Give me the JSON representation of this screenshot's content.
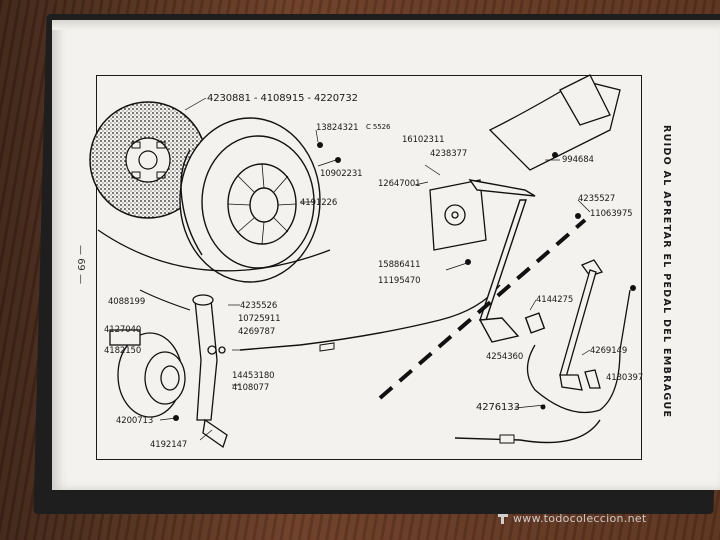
{
  "document": {
    "page_number": "— 69 —",
    "vertical_title": "RUIDO AL APRETAR EL PEDAL DEL EMBRAGUE",
    "watermark": "www.todocoleccion.net"
  },
  "parts": [
    {
      "id": "p1",
      "text": "4230881 - 4108915 - 4220732"
    },
    {
      "id": "p2",
      "text": "13824321"
    },
    {
      "id": "p3",
      "text": "C 5526"
    },
    {
      "id": "p4",
      "text": "10902231"
    },
    {
      "id": "p5",
      "text": "4191226"
    },
    {
      "id": "p6",
      "text": "16102311"
    },
    {
      "id": "p7",
      "text": "4238377"
    },
    {
      "id": "p8",
      "text": "12647001"
    },
    {
      "id": "p9",
      "text": "994684"
    },
    {
      "id": "p10",
      "text": "4235527"
    },
    {
      "id": "p11",
      "text": "11063975"
    },
    {
      "id": "p12",
      "text": "15886411"
    },
    {
      "id": "p13",
      "text": "11195470"
    },
    {
      "id": "p14",
      "text": "4144275"
    },
    {
      "id": "p15",
      "text": "4088199"
    },
    {
      "id": "p16",
      "text": "4235526"
    },
    {
      "id": "p17",
      "text": "10725911"
    },
    {
      "id": "p18",
      "text": "4269787"
    },
    {
      "id": "p19",
      "text": "4127040"
    },
    {
      "id": "p20",
      "text": "4182150"
    },
    {
      "id": "p21",
      "text": "14453180"
    },
    {
      "id": "p22",
      "text": "4108077"
    },
    {
      "id": "p23",
      "text": "4200713"
    },
    {
      "id": "p24",
      "text": "4192147"
    },
    {
      "id": "p25",
      "text": "4254360"
    },
    {
      "id": "p26",
      "text": "4269149"
    },
    {
      "id": "p27",
      "text": "4130397"
    },
    {
      "id": "p28",
      "text": "4276133"
    }
  ]
}
